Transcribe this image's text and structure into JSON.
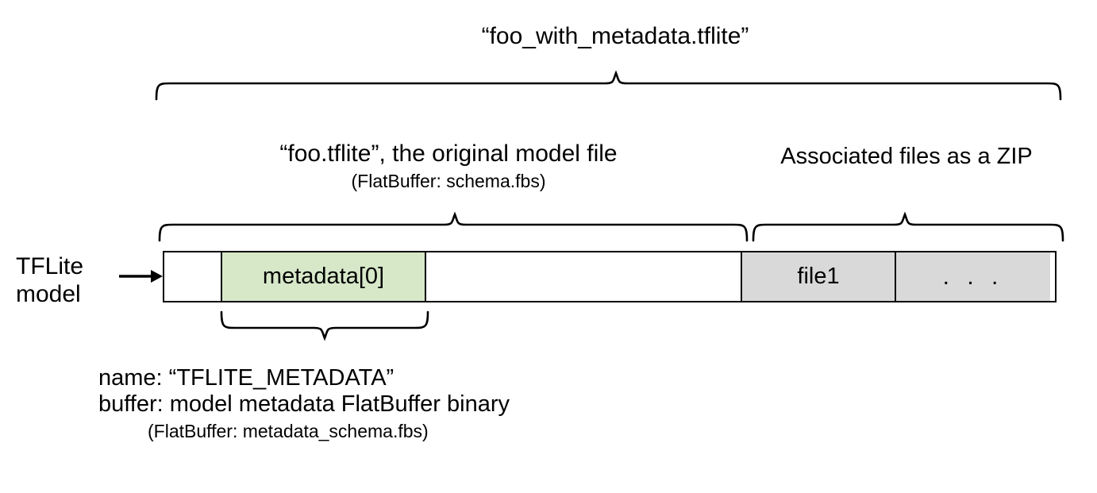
{
  "diagram": {
    "title": "“foo_with_metadata.tflite”",
    "left_label": {
      "line1": "TFLite",
      "line2": "model"
    },
    "sections": {
      "model_file": {
        "main": "“foo.tflite”, the original model file",
        "sub": "(FlatBuffer: schema.fbs)"
      },
      "associated_files": {
        "main": "Associated files as a ZIP"
      }
    },
    "bar_segments": [
      {
        "id": "head",
        "label": "",
        "fill": "#ffffff"
      },
      {
        "id": "metadata",
        "label": "metadata[0]",
        "fill": "#d7e8c9"
      },
      {
        "id": "body",
        "label": "",
        "fill": "#ffffff"
      },
      {
        "id": "file1",
        "label": "file1",
        "fill": "#d9d9d9"
      },
      {
        "id": "ellipsis",
        "label": ". . .",
        "fill": "#d9d9d9"
      }
    ],
    "metadata_note": {
      "line1": "name: “TFLITE_METADATA”",
      "line2": "buffer: model metadata FlatBuffer binary",
      "line3": "(FlatBuffer: metadata_schema.fbs)"
    },
    "colors": {
      "metadata_green": "#d7e8c9",
      "zip_gray": "#d9d9d9",
      "stroke": "#000000",
      "background": "#ffffff"
    }
  }
}
